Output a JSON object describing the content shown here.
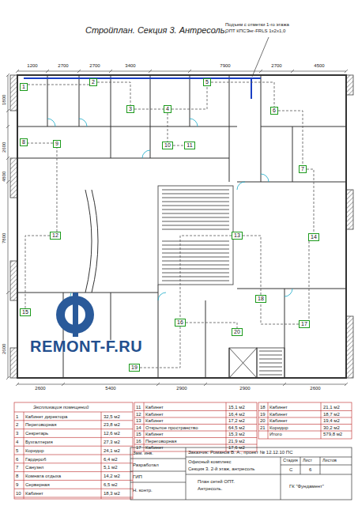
{
  "diagram": {
    "title": "Стройплан. Секция 3. Антресоль.",
    "nodes": [
      {
        "text": [
          "1"
        ]
      },
      {
        "text": [
          "2"
        ]
      },
      {
        "text": [
          "3"
        ]
      },
      {
        "text": [
          "4"
        ]
      },
      {
        "text": [
          "5"
        ]
      },
      {
        "text": [
          "6"
        ]
      },
      {
        "text": [
          "7"
        ]
      },
      {
        "text": [
          "8"
        ]
      },
      {
        "text": [
          "9"
        ]
      },
      {
        "text": [
          "10"
        ]
      },
      {
        "text": [
          "11"
        ]
      },
      {
        "text": [
          "12"
        ]
      },
      {
        "text": [
          "13"
        ]
      },
      {
        "text": [
          "14"
        ]
      },
      {
        "text": [
          "15"
        ]
      },
      {
        "text": [
          "16"
        ]
      },
      {
        "text": [
          "17"
        ]
      },
      {
        "text": [
          "18"
        ]
      },
      {
        "text": [
          "19"
        ]
      },
      {
        "text": [
          "20"
        ]
      }
    ],
    "edges": [
      {
        "from": 0,
        "to": 1,
        "arrow": "none"
      },
      {
        "from": 1,
        "to": 2,
        "arrow": "none"
      },
      {
        "from": 2,
        "to": 3,
        "arrow": "none"
      },
      {
        "from": 3,
        "to": 4,
        "arrow": "none"
      },
      {
        "from": 4,
        "to": 5,
        "arrow": "none"
      },
      {
        "from": 5,
        "to": 6,
        "arrow": "none"
      },
      {
        "from": 6,
        "to": 13,
        "arrow": "none"
      },
      {
        "from": 13,
        "to": 16,
        "arrow": "none"
      },
      {
        "from": 16,
        "to": 17,
        "arrow": "none"
      },
      {
        "from": 12,
        "to": 17,
        "arrow": "none"
      },
      {
        "from": 12,
        "to": 15,
        "arrow": "none"
      },
      {
        "from": 15,
        "to": 19,
        "arrow": "none"
      },
      {
        "from": 18,
        "to": 15,
        "arrow": "none"
      },
      {
        "from": 11,
        "to": 8,
        "arrow": "none"
      },
      {
        "from": 8,
        "to": 7,
        "arrow": "none"
      },
      {
        "from": 11,
        "to": 14,
        "arrow": "none"
      },
      {
        "from": 9,
        "to": 10,
        "arrow": "none"
      },
      {
        "from": 3,
        "to": 9,
        "arrow": "none"
      }
    ],
    "labels": [
      "Подъем с отметки 1-го этажа",
      "ОПТ КПСЭнг-FRLS 1х2х1,0",
      "1200",
      "2700",
      "2700",
      "3400",
      "7900",
      "2700",
      "4500",
      "1800",
      "2600",
      "4800",
      "7800",
      "2600",
      "2600",
      "5400",
      "2900",
      "2900",
      "2600",
      "REMONT-F.RU",
      "Экспликация помещений",
      "1",
      "Кабинет директора",
      "32,5 м2",
      "2",
      "Переговорная",
      "23,8 м2",
      "3",
      "Секретарь",
      "12,6 м2",
      "4",
      "Бухгалтерия",
      "27,3 м2",
      "5",
      "Коридор",
      "24,1 м2",
      "6",
      "Гардероб",
      "6,4 м2",
      "7",
      "Санузел",
      "5,1 м2",
      "8",
      "Комната отдыха",
      "14,2 м2",
      "9",
      "Серверная",
      "6,5 м2",
      "10",
      "Кабинет",
      "18,3 м2",
      "11",
      "Кабинет",
      "15,1 м2",
      "12",
      "Кабинет",
      "16,4 м2",
      "13",
      "Кабинет",
      "17,2 м2",
      "14",
      "Открытое пространство",
      "64,5 м2",
      "15",
      "Кабинет",
      "15,3 м2",
      "16",
      "Переговорная",
      "21,9 м2",
      "17",
      "Кабинет",
      "17,6 м2",
      "18",
      "Кабинет",
      "21,1 м2",
      "19",
      "Кабинет",
      "18,7 м2",
      "20",
      "Кабинет",
      "19,4 м2",
      "21",
      "Коридор",
      "30,2 м2",
      "Итого",
      "579,8 м2",
      "Зам. инв.",
      "Разработал",
      "ГИП",
      "Н. контр.",
      "Заказчик: Романов В. А., проект № 12.12.10 ПС",
      "Офисный комплекс",
      "Секция 3. 2-й этаж, антресоль",
      "Стадия",
      "Лист",
      "Листов",
      "С",
      "6",
      "План сетей ОПТ.",
      "Антресоль.",
      "ГК \"Фундамент\""
    ]
  }
}
